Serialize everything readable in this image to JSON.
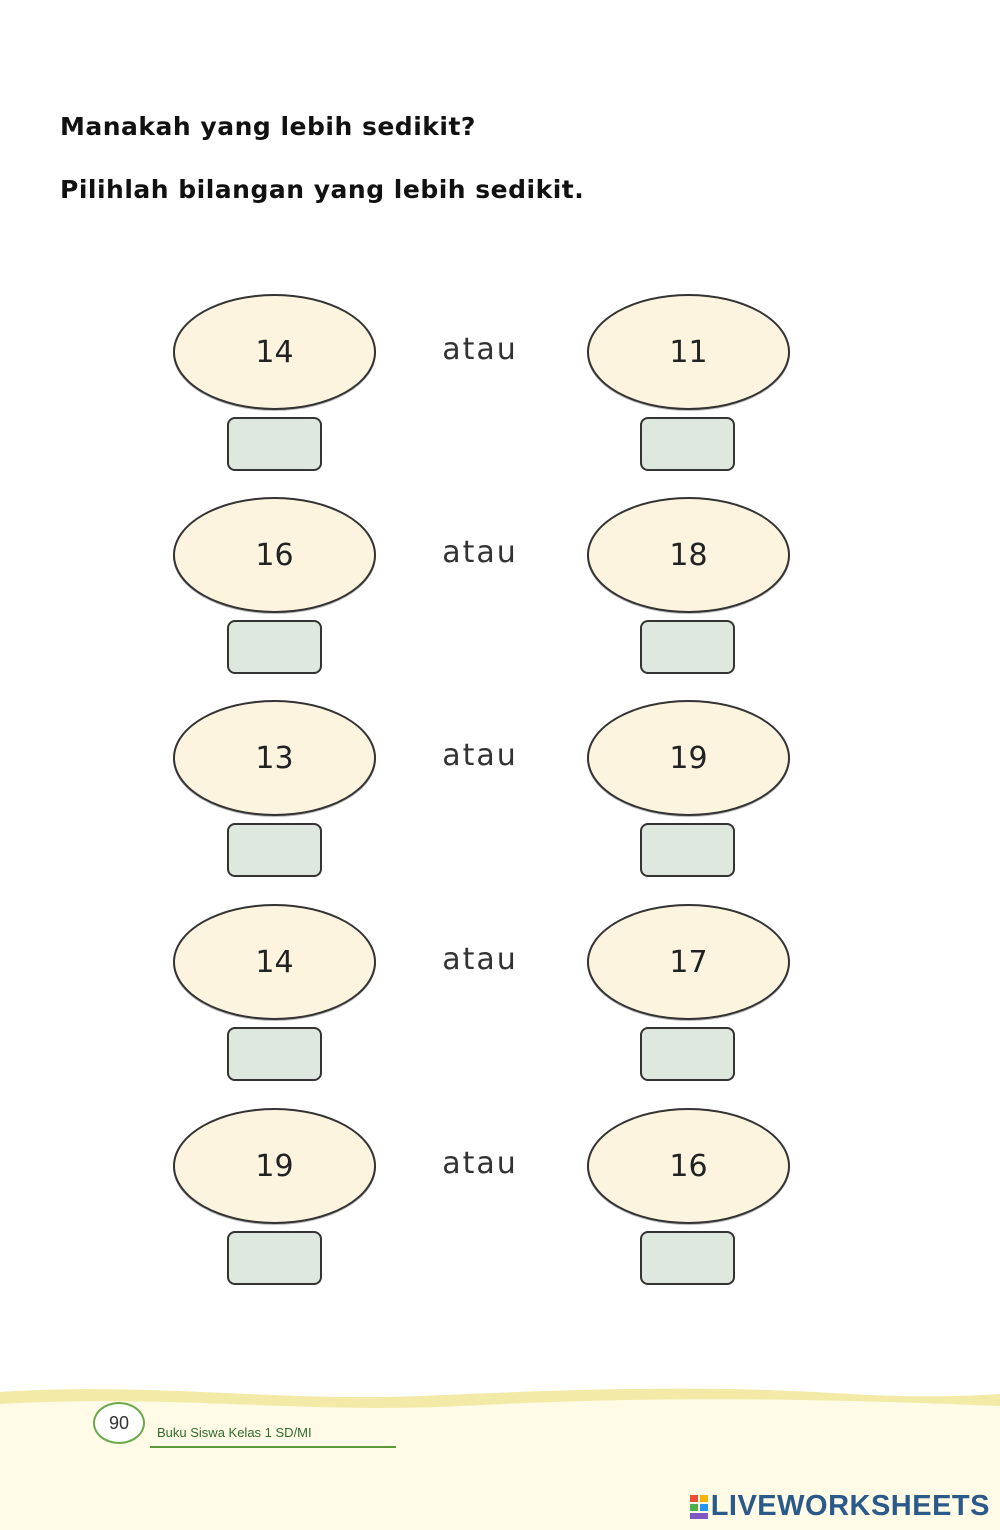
{
  "instructions": {
    "title": "Manakah yang lebih sedikit?",
    "subtitle": "Pilihlah bilangan yang lebih sedikit."
  },
  "rows": [
    {
      "left": "14",
      "connector": "atau",
      "right": "11"
    },
    {
      "left": "16",
      "connector": "atau",
      "right": "18"
    },
    {
      "left": "13",
      "connector": "atau",
      "right": "19"
    },
    {
      "left": "14",
      "connector": "atau",
      "right": "17"
    },
    {
      "left": "19",
      "connector": "atau",
      "right": "16"
    }
  ],
  "footer": {
    "page_number": "90",
    "book_title": "Buku Siswa Kelas 1 SD/MI",
    "brand": "LIVEWORKSHEETS"
  },
  "colors": {
    "oval_fill": "#fdf4e0",
    "box_fill": "#dfe8df",
    "footer_band": "#f3eaa8",
    "brand": "#2a5a8a"
  }
}
